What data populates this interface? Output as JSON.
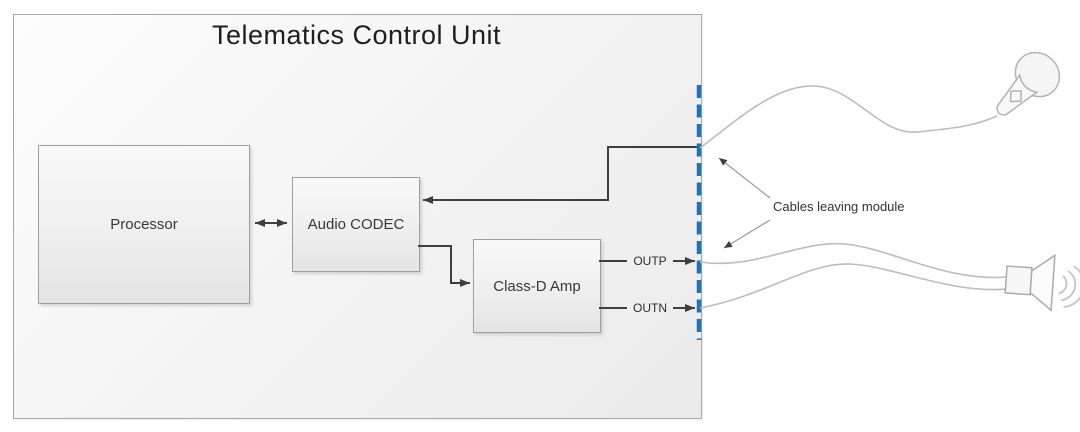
{
  "diagram": {
    "title": "Telematics Control Unit",
    "blocks": {
      "processor": {
        "label": "Processor"
      },
      "audio_codec": {
        "label": "Audio CODEC"
      },
      "class_d_amp": {
        "label": "Class-D Amp"
      }
    },
    "signals": {
      "outp": "OUTP",
      "outn": "OUTN"
    },
    "annotation": {
      "cables_label": "Cables leaving module"
    },
    "icons": {
      "microphone": "microphone-icon",
      "speaker": "speaker-icon"
    },
    "colors": {
      "module_boundary_dash": "#2173b5",
      "box_border": "#9f9f9f",
      "box_fill_top": "#f9f9f9",
      "box_fill_bottom": "#e4e4e4",
      "connector": "#3f3f3f",
      "cable": "#bcbcbc",
      "leader_line": "#9a9a9a",
      "text": "#1f1f1f"
    }
  }
}
